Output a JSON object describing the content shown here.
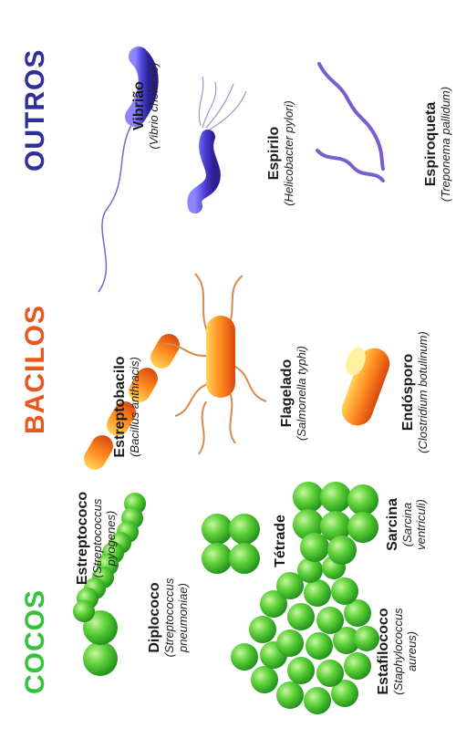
{
  "sections": {
    "cocos": {
      "title": "COCOS",
      "color": "#33c23a"
    },
    "bacilos": {
      "title": "BACILOS",
      "color": "#e8581e"
    },
    "outros": {
      "title": "OUTROS",
      "color": "#2f2f9a"
    }
  },
  "organisms": {
    "diplococo": {
      "name": "Diplococo",
      "sci1": "(Streptococcus",
      "sci2": "pneumoniae)"
    },
    "estafilococo": {
      "name": "Estafilococo",
      "sci1": "(Staphylococcus",
      "sci2": "aureus)"
    },
    "estreptococo": {
      "name": "Estreptococo",
      "sci1": "(Streptococcus",
      "sci2": "pyogenes)"
    },
    "tetrade": {
      "name": "Tétrade"
    },
    "sarcina": {
      "name": "Sarcina",
      "sci1": "(Sarcina",
      "sci2": "ventriculi)"
    },
    "estreptobacilo": {
      "name": "Estreptobacilo",
      "sci1": "(Bacillus anthracis)"
    },
    "flagelado": {
      "name": "Flagelado",
      "sci1": "(Salmonella typhi)"
    },
    "endosporo": {
      "name": "Endósporo",
      "sci1": "(Clostridium botulinum)"
    },
    "vibriao": {
      "name": "Vibrião",
      "sci1": "(Vibrio cholerae)"
    },
    "espirilo": {
      "name": "Espirilo",
      "sci1": "(Helicobacter pylori)"
    },
    "espiroqueta": {
      "name": "Espiroqueta",
      "sci1": "(Treponema pallidum)"
    }
  }
}
